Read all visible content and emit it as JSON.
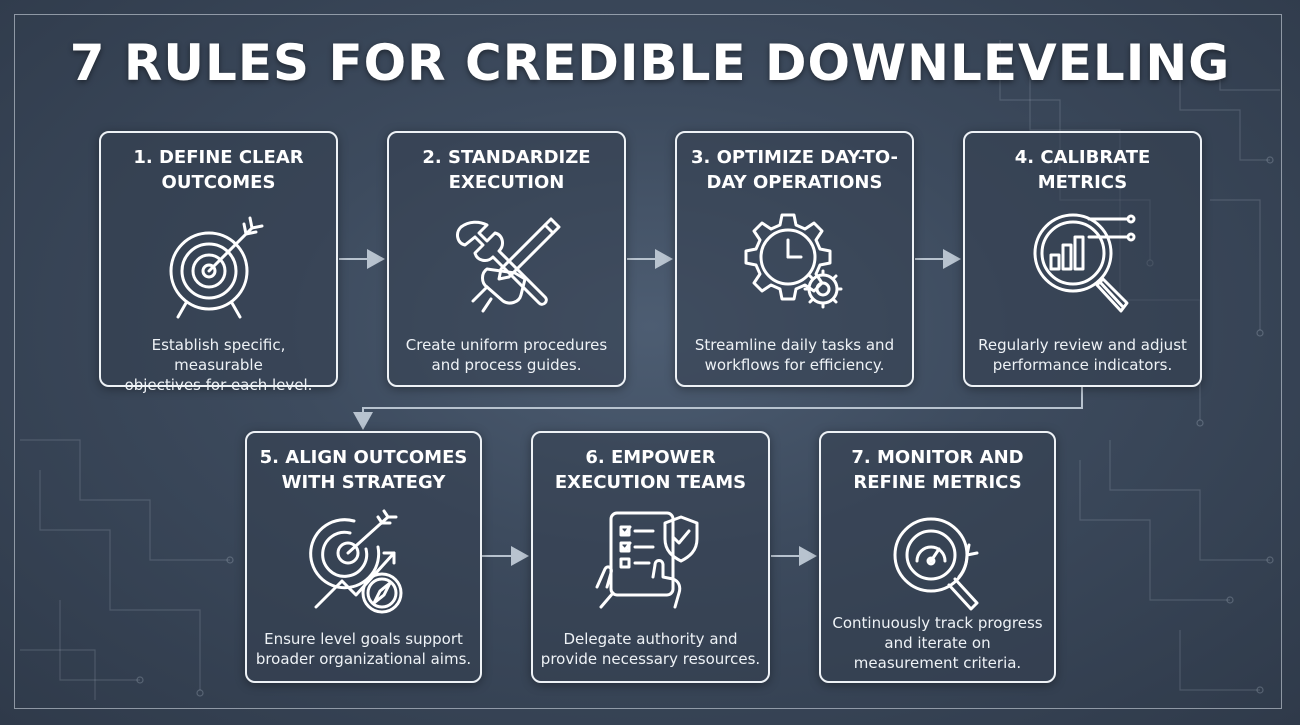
{
  "title": "7 RULES FOR CREDIBLE DOWNLEVELING",
  "rules": [
    {
      "heading": "1. DEFINE CLEAR\nOUTCOMES",
      "description": "Establish specific, measurable\nobjectives for each level.",
      "icon": "target-arrow-icon"
    },
    {
      "heading": "2. STANDARDIZE\nEXECUTION",
      "description": "Create uniform procedures\nand process guides.",
      "icon": "wrench-pencil-icon"
    },
    {
      "heading": "3. OPTIMIZE DAY-TO-\nDAY OPERATIONS",
      "description": "Streamline daily tasks and\nworkflows for efficiency.",
      "icon": "gear-clock-icon"
    },
    {
      "heading": "4. CALIBRATE\nMETRICS",
      "description": "Regularly review and adjust\nperformance indicators.",
      "icon": "magnifier-chart-icon"
    },
    {
      "heading": "5. ALIGN OUTCOMES\nWITH STRATEGY",
      "description": "Ensure level goals support\nbroader organizational aims.",
      "icon": "target-compass-icon"
    },
    {
      "heading": "6. EMPOWER\nEXECUTION TEAMS",
      "description": "Delegate authority and\nprovide necessary resources.",
      "icon": "tablet-checklist-shield-icon"
    },
    {
      "heading": "7. MONITOR AND\nREFINE METRICS",
      "description": "Continuously track progress\nand iterate on\nmeasurement criteria.",
      "icon": "magnifier-gauge-icon"
    }
  ],
  "colors": {
    "background": "#3d4b5e",
    "card_border": "#eef2f6",
    "text": "#ffffff",
    "connector": "#b8c3cf"
  }
}
